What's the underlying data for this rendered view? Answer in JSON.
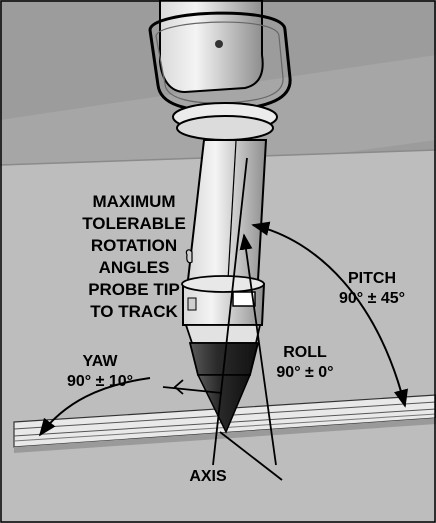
{
  "labels": {
    "title_lines": [
      "MAXIMUM",
      "TOLERABLE",
      "ROTATION",
      "ANGLES",
      "PROBE TIP",
      "TO TRACK"
    ],
    "pitch": {
      "name": "PITCH",
      "value": "90° ± 45°"
    },
    "roll": {
      "name": "ROLL",
      "value": "90° ± 0°"
    },
    "yaw": {
      "name": "YAW",
      "value": "90° ± 10°"
    },
    "axis": "AXIS"
  },
  "colors": {
    "background_gray": "#9a9a9a",
    "floor_gray": "#bdbdbd",
    "probe_light": "#e6e6e6",
    "tip_dark": "#2b2b2b",
    "outline": "#000000"
  }
}
